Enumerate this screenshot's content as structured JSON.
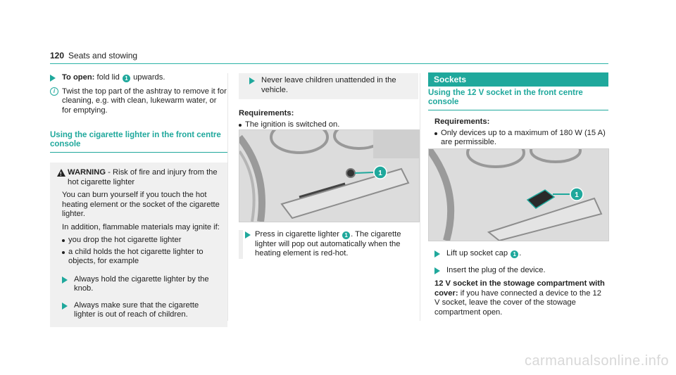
{
  "header": {
    "page_number": "120",
    "section": "Seats and stowing"
  },
  "col1": {
    "step_open_bold": "To open:",
    "step_open_text": "fold lid",
    "step_open_badge": "1",
    "step_open_tail": "upwards.",
    "note_text": "Twist the top part of the ashtray to remove it for cleaning, e.g. with clean, lukewarm water, or for emptying.",
    "section_title": "Using the cigarette lighter in the front centre console",
    "warning_bold": "WARNING",
    "warning_head": " - Risk of fire and injury from the hot cigarette lighter",
    "warning_p1": "You can burn yourself if you touch the hot heating element or the socket of the cigarette lighter.",
    "warning_p2": "In addition, flammable materials may ignite if:",
    "warning_bullets": [
      "you drop the hot cigarette lighter",
      "a child holds the hot cigarette lighter to objects, for example"
    ],
    "step_hold": "Always hold the cigarette lighter by the knob.",
    "step_reach": "Always make sure that the cigarette lighter is out of reach of children."
  },
  "col2": {
    "step_never": "Never leave children unattended in the vehicle.",
    "req_head": "Requirements:",
    "req_1": "The ignition is switched on.",
    "photo_badge": "1",
    "step_press_a": "Press in cigarette lighter",
    "step_press_badge": "1",
    "step_press_b": ". The cigarette lighter will pop out automatically when the heating element is red-hot."
  },
  "col3": {
    "band_title": "Sockets",
    "section_title": "Using the 12 V socket in the front centre console",
    "req_head": "Requirements:",
    "req_1": "Only devices up to a maximum of 180 W (15 A) are permissible.",
    "photo_badge": "1",
    "step_lift_a": "Lift up socket cap",
    "step_lift_badge": "1",
    "step_lift_b": ".",
    "step_insert": "Insert the plug of the device.",
    "stowage_bold": "12 V socket in the stowage compartment with cover:",
    "stowage_text": " if you have connected a device to the 12 V socket, leave the cover of the stowage compartment open."
  },
  "watermark": "carmanualsonline.info"
}
